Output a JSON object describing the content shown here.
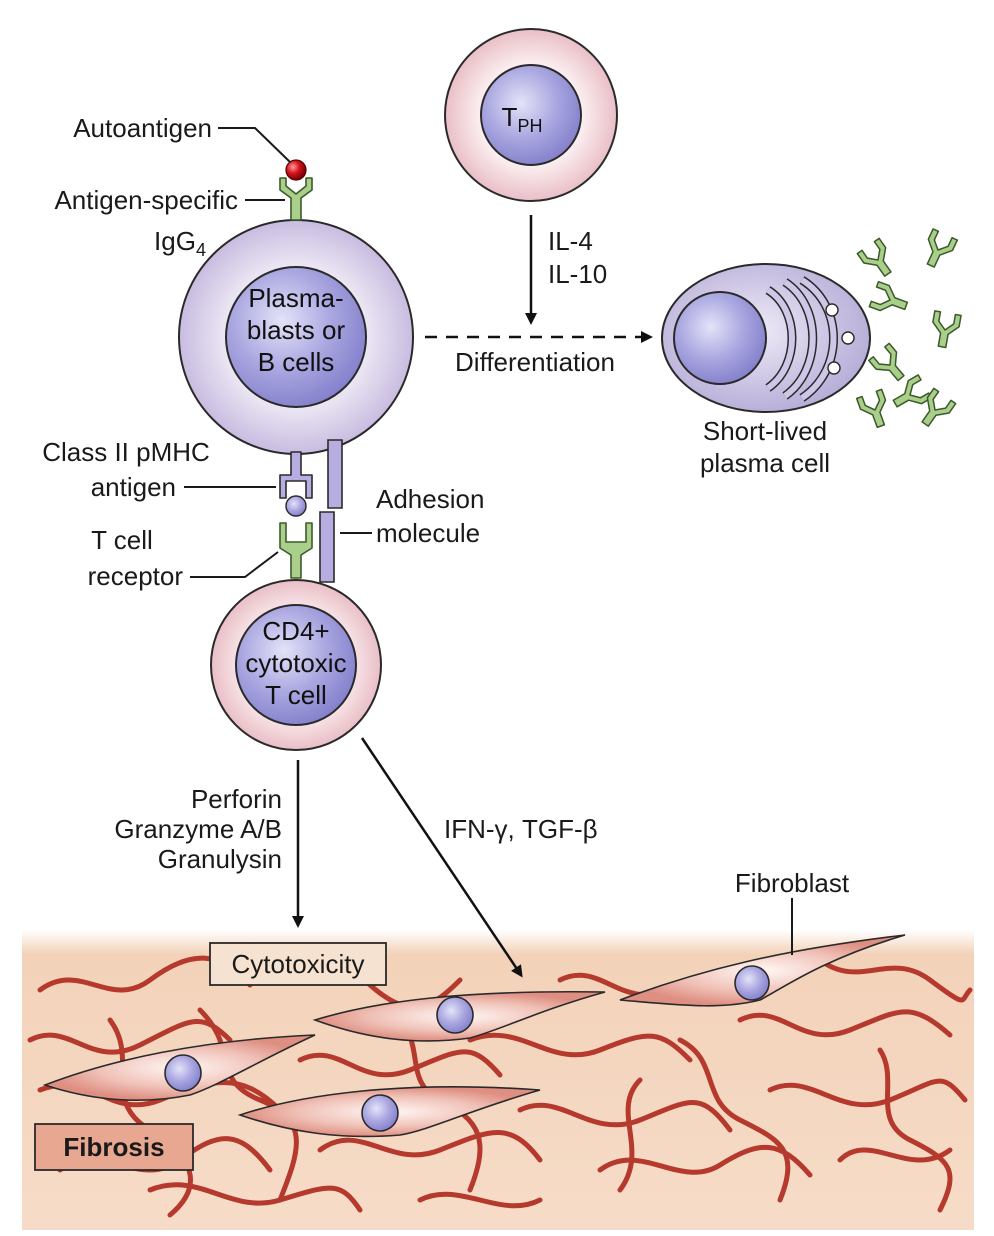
{
  "colors": {
    "outer_cell_fill": "#f2d9dc",
    "b_cell_outer": "#d9cfe8",
    "nucleus": "#9b98d8",
    "antibody": "#a9cf8a",
    "autoantigen": "#d3121b",
    "tissue": "#f3d7c0",
    "collagen": "#b5392c",
    "fibroblast": "#e7a59a"
  },
  "cells": {
    "tph": {
      "label": "T",
      "subscript": "PH"
    },
    "b_cell": {
      "line1": "Plasma-",
      "line2": "blasts or",
      "line3": "B cells"
    },
    "cd4": {
      "line1": "CD4+",
      "line2": "cytotoxic",
      "line3": "T cell"
    },
    "plasma_cell": {
      "line1": "Short-lived",
      "line2": "plasma cell"
    }
  },
  "labels": {
    "autoantigen": "Autoantigen",
    "antigen_specific": "Antigen-specific",
    "igg4_base": "IgG",
    "igg4_sub": "4",
    "class_ii_line1": "Class II pMHC",
    "class_ii_line2": "antigen",
    "tcr_line1": "T cell",
    "tcr_line2": "receptor",
    "adhesion_line1": "Adhesion",
    "adhesion_line2": "molecule",
    "il4": "IL-4",
    "il10": "IL-10",
    "differentiation": "Differentiation",
    "perforin": "Perforin",
    "granzyme": "Granzyme A/B",
    "granulysin": "Granulysin",
    "ifn_tgf": "IFN-γ, TGF-β",
    "fibroblast": "Fibroblast",
    "cytotoxicity": "Cytotoxicity",
    "fibrosis": "Fibrosis"
  },
  "icons": [
    "autoantigen-sphere-icon",
    "antibody-icon",
    "arrow-icon"
  ]
}
